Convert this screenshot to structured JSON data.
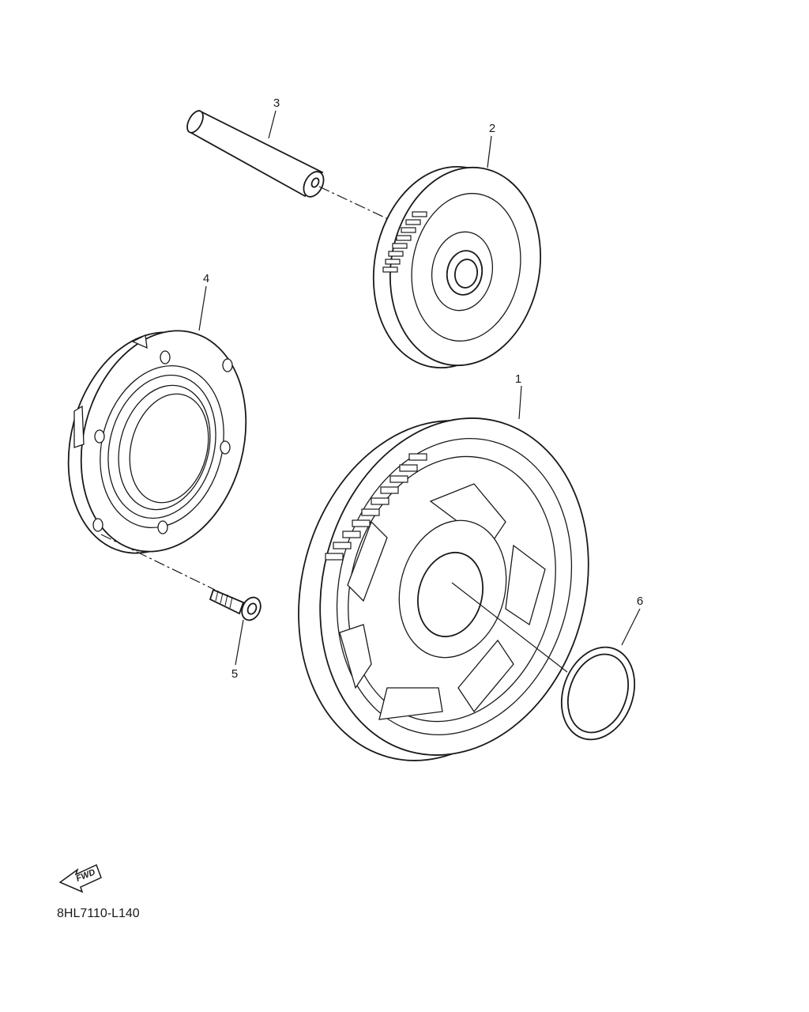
{
  "diagram": {
    "callouts": [
      {
        "id": "1",
        "text": "1"
      },
      {
        "id": "2",
        "text": "2"
      },
      {
        "id": "3",
        "text": "3"
      },
      {
        "id": "4",
        "text": "4"
      },
      {
        "id": "5",
        "text": "5"
      },
      {
        "id": "6",
        "text": "6"
      }
    ],
    "fwd_indicator": "FWD",
    "drawing_code": "8HL7110-L140"
  },
  "colors": {
    "line": "#1a1a1a",
    "background": "#ffffff"
  }
}
